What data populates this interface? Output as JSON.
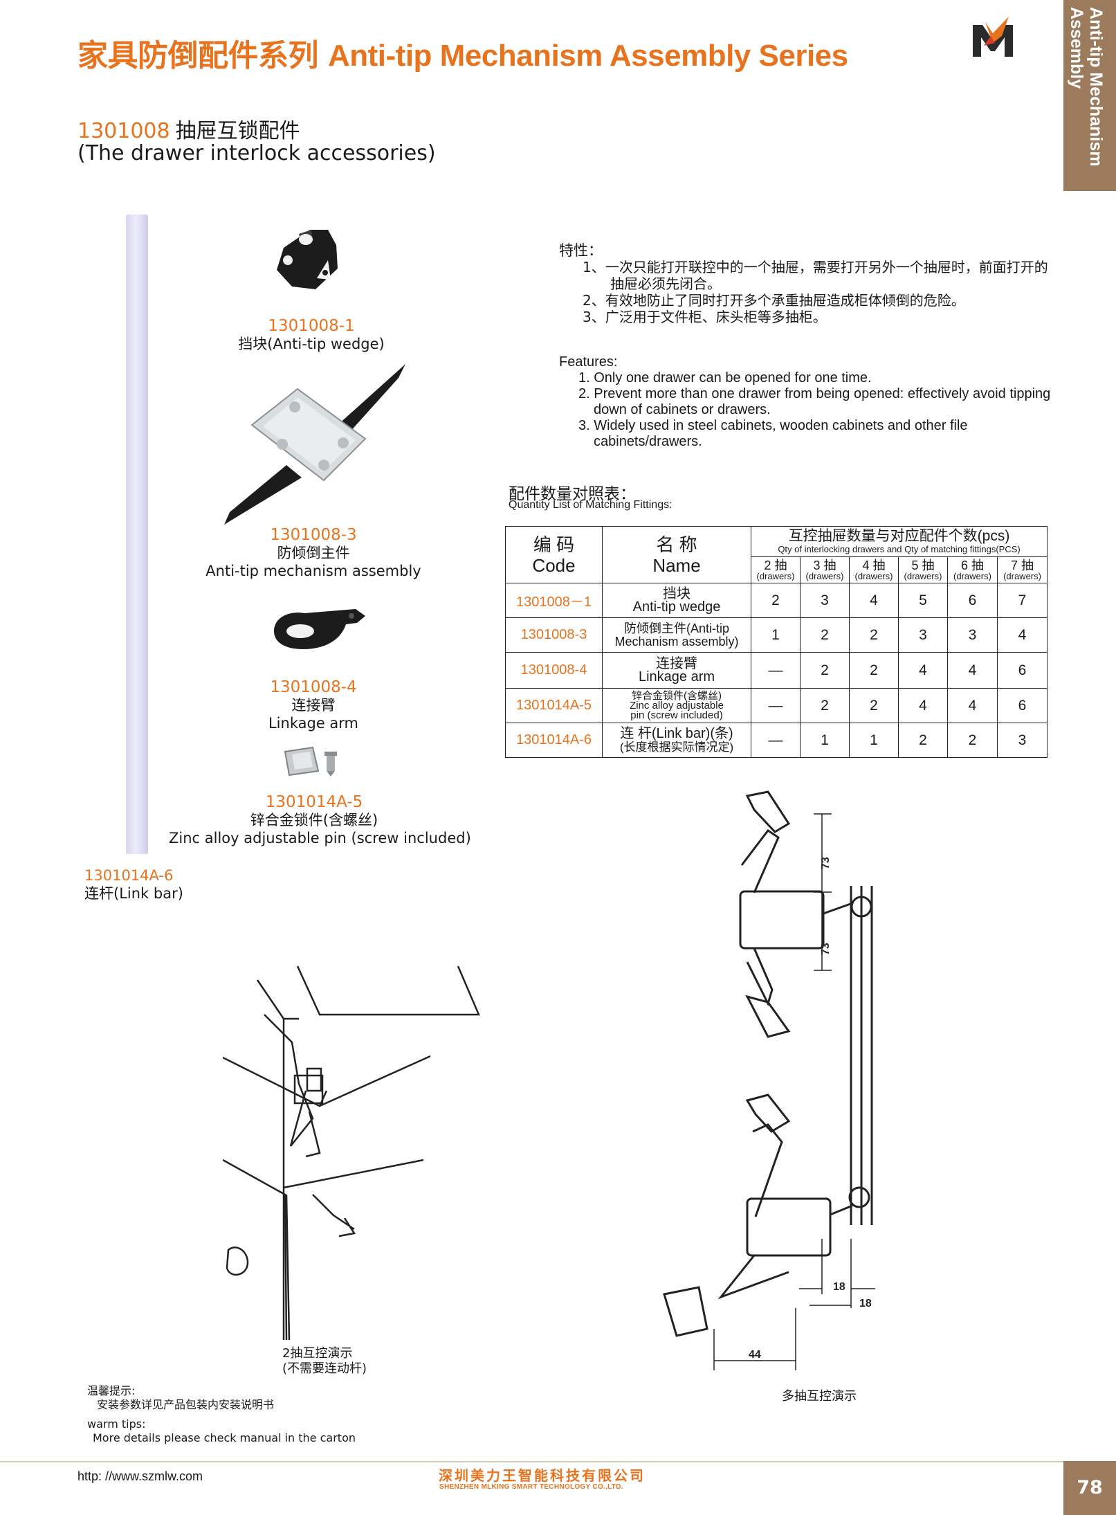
{
  "header": {
    "title_cn": "家具防倒配件系列",
    "title_en": "Anti-tip Mechanism Assembly Series",
    "side_tab": "Anti-tip Mechanism Assembly"
  },
  "section": {
    "code": "1301008",
    "title_cn": "抽屉互锁配件",
    "title_en": "(The drawer interlock accessories)"
  },
  "parts": [
    {
      "code": "1301008-1",
      "name": "挡块(Anti-tip wedge)"
    },
    {
      "code": "1301008-3",
      "name_cn": "防倾倒主件",
      "name_en": "Anti-tip mechanism assembly"
    },
    {
      "code": "1301008-4",
      "name_cn": "连接臂",
      "name_en": "Linkage arm"
    },
    {
      "code": "1301014A-5",
      "name_cn": "锌合金锁件(含螺丝)",
      "name_en": "Zinc alloy adjustable pin (screw included)"
    },
    {
      "code": "1301014A-6",
      "name": "连杆(Link bar)"
    }
  ],
  "features_cn": {
    "heading": "特性：",
    "items": [
      "1、一次只能打开联控中的一个抽屉，需要打开另外一个抽屉时，前面打开的抽屉必须先闭合。",
      "2、有效地防止了同时打开多个承重抽屉造成柜体倾倒的危险。",
      "3、广泛用于文件柜、床头柜等多抽柜。"
    ]
  },
  "features_en": {
    "heading": "Features:",
    "items": [
      "1. Only one drawer can be opened for one time.",
      "2. Prevent more than one drawer from being opened: effectively avoid tipping down of cabinets or drawers.",
      "3. Widely used in steel cabinets, wooden cabinets and other file cabinets/drawers."
    ]
  },
  "quantity_table": {
    "title_cn": "配件数量对照表：",
    "title_en": "Quantity List of Matching Fittings:",
    "head": {
      "code_cn": "编 码",
      "code_en": "Code",
      "name_cn": "名 称",
      "name_en": "Name",
      "group_cn": "互控抽屉数量与对应配件个数(pcs)",
      "group_en": "Qty of interlocking drawers and Qty of matching fittings(PCS)",
      "drawers": [
        "2 抽",
        "3 抽",
        "4 抽",
        "5 抽",
        "6 抽",
        "7 抽"
      ],
      "drawers_en": "(drawers)"
    },
    "rows": [
      {
        "code": "1301008－1",
        "name1": "挡块",
        "name2": "Anti-tip wedge",
        "values": [
          "2",
          "3",
          "4",
          "5",
          "6",
          "7"
        ]
      },
      {
        "code": "1301008-3",
        "name1": "防倾倒主件(Anti-tip",
        "name2": "Mechanism assembly)",
        "values": [
          "1",
          "2",
          "2",
          "3",
          "3",
          "4"
        ]
      },
      {
        "code": "1301008-4",
        "name1": "连接臂",
        "name2": "Linkage arm",
        "values": [
          "—",
          "2",
          "2",
          "4",
          "4",
          "6"
        ]
      },
      {
        "code": "1301014A-5",
        "name1": "锌合金锁件(含螺丝)",
        "name2": "Zinc alloy adjustable",
        "name3": "pin (screw included)",
        "values": [
          "—",
          "2",
          "2",
          "4",
          "4",
          "6"
        ]
      },
      {
        "code": "1301014A-6",
        "name1": "连 杆(Link bar)(条)",
        "name2": "(长度根据实际情况定)",
        "values": [
          "—",
          "1",
          "1",
          "2",
          "2",
          "3"
        ]
      }
    ]
  },
  "diagram": {
    "dim_73_top": "73",
    "dim_73_bottom": "73",
    "dim_18_a": "18",
    "dim_18_b": "18",
    "dim_44": "44",
    "caption": "多抽互控演示"
  },
  "install": {
    "caption1": "2抽互控演示",
    "caption2": "(不需要连动杆)"
  },
  "tips": {
    "cn_heading": "温馨提示:",
    "cn_text": "安装参数详见产品包装内安装说明书",
    "en_heading": "warm tips:",
    "en_text": "More details please check manual in the carton"
  },
  "footer": {
    "url": "http: //www.szmlw.com",
    "company_cn": "深圳美力王智能科技有限公司",
    "company_en": "SHENZHEN MLKING SMART TECHNOLOGY CO.,LTD.",
    "page": "78"
  },
  "colors": {
    "accent": "#e8731e",
    "tab": "#9c7a5c"
  }
}
